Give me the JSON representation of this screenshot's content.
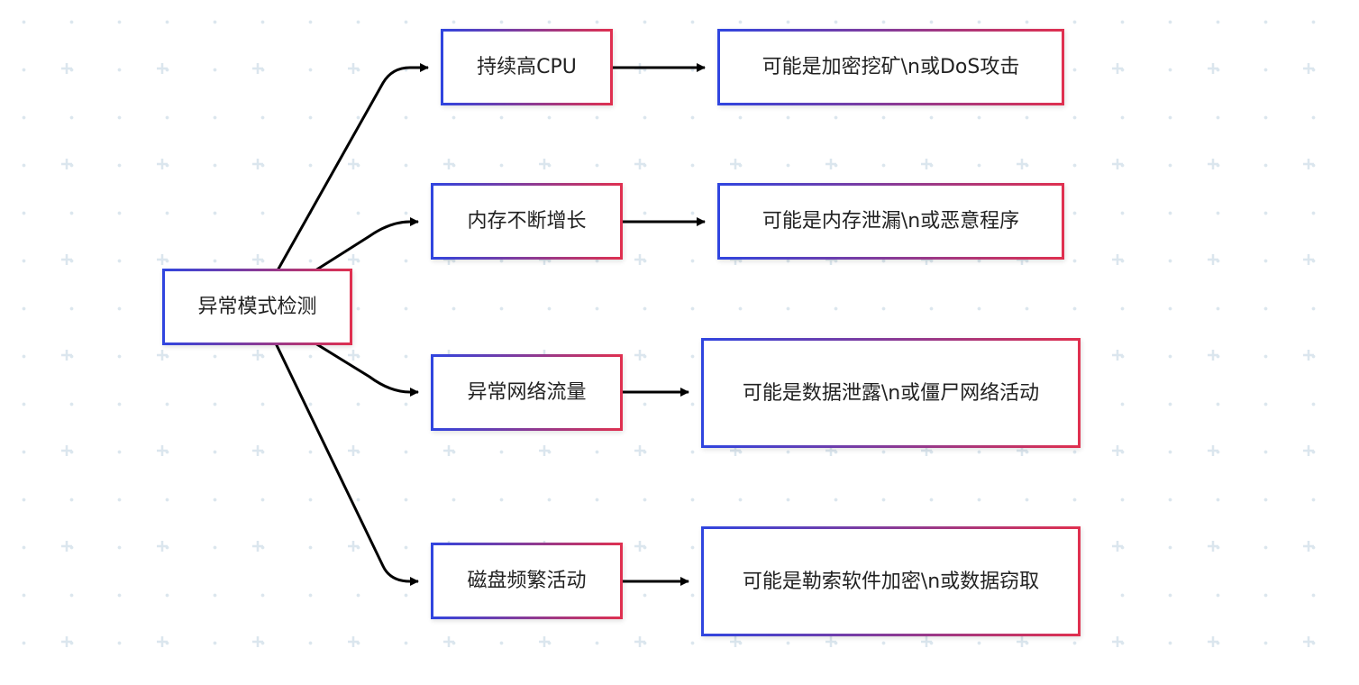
{
  "diagram": {
    "type": "flowchart",
    "direction": "left-to-right",
    "colors": {
      "border_gradient_start": "#2f45e0",
      "border_gradient_end": "#e0304f",
      "edge": "#000000",
      "background_dots": "#dbe6ee",
      "text": "#222222"
    },
    "root": {
      "label": "异常模式检测"
    },
    "branches": [
      {
        "label": "持续高CPU",
        "result": "可能是加密挖矿\\n或DoS攻击"
      },
      {
        "label": "内存不断增长",
        "result": "可能是内存泄漏\\n或恶意程序"
      },
      {
        "label": "异常网络流量",
        "result": "可能是数据泄露\\n或僵尸网络活动"
      },
      {
        "label": "磁盘频繁活动",
        "result": "可能是勒索软件加密\\n或数据窃取"
      }
    ]
  }
}
